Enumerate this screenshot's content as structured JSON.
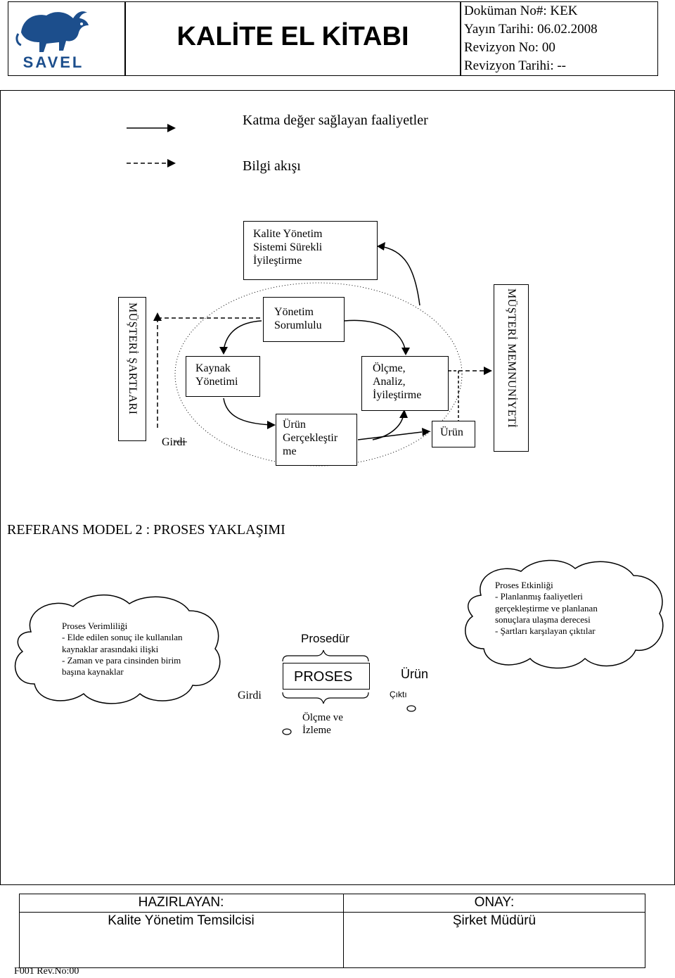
{
  "header": {
    "logo_text": "SAVEL",
    "title": "KALİTE EL KİTABI",
    "doc_no": "Doküman No#: KEK",
    "pub_date": "Yayın Tarihi: 06.02.2008",
    "rev_no": "Revizyon No: 00",
    "rev_date": "Revizyon Tarihi: --"
  },
  "legend": {
    "solid_label": "Katma değer sağlayan faaliyetler",
    "dashed_label": "Bilgi akışı"
  },
  "model1": {
    "top_box": "Kalite Yönetim\nSistemi Sürekli\nİyileştirme",
    "left_vertical": "MÜŞTERİ ŞARTLARI",
    "right_vertical": "MÜŞTERİ MEMNUNİYETİ",
    "girdi": "Girdi",
    "kaynak": "Kaynak\nYönetimi",
    "yonetim": "Yönetim\nSorumlulu",
    "olcme": "Ölçme,\nAnaliz,\nİyileştirme",
    "urun_gercek": "Ürün\nGerçekleştir\nme",
    "urun": "Ürün"
  },
  "model2": {
    "heading": "REFERANS MODEL 2 : PROSES YAKLAŞIMI",
    "left_cloud": "Proses Verimliliği\n- Elde edilen sonuç ile kullanılan kaynaklar arasındaki ilişki\n- Zaman ve para cinsinden birim başına kaynaklar",
    "right_cloud": "Proses Etkinliği\n- Planlanmış faaliyetleri gerçekleştirme ve planlanan sonuçlara ulaşma derecesi\n- Şartları karşılayan çıktılar",
    "prosedur": "Prosedür",
    "proses": "PROSES",
    "girdi": "Girdi",
    "urun": "Ürün",
    "cikti": "Çıktı",
    "olcme": "Ölçme ve\nİzleme"
  },
  "footer": {
    "hazirlayan": "HAZIRLAYAN:",
    "hazirlayan_name": "Kalite Yönetim  Temsilcisi",
    "onay": "ONAY:",
    "onay_name": "Şirket  Müdürü",
    "form_code": "F001 Rev.No:00"
  }
}
